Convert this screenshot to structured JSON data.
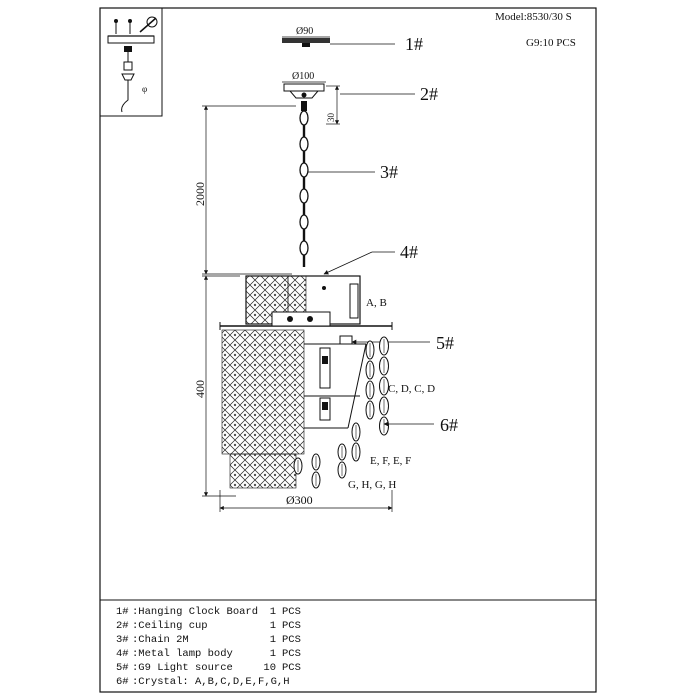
{
  "header": {
    "model": "Model:8530/30 S",
    "bulbs": "G9:10 PCS"
  },
  "callouts": {
    "p1": "1#",
    "p2": "2#",
    "p3": "3#",
    "p4": "4#",
    "p5": "5#",
    "p6": "6#"
  },
  "dimensions": {
    "d90": "Ø90",
    "d100": "Ø100",
    "h30": "30",
    "h2000": "2000",
    "h400": "400",
    "d300": "Ø300"
  },
  "crystal_labels": {
    "ab": "A, B",
    "cd": "C, D, C, D",
    "ef": "E, F, E, F",
    "gh": "G, H, G, H"
  },
  "inset": {
    "label": "φ"
  },
  "parts": [
    {
      "id": "1#",
      "name": ":Hanging Clock Board",
      "qty": "1",
      "unit": "PCS"
    },
    {
      "id": "2#",
      "name": ":Ceiling cup",
      "qty": "1",
      "unit": "PCS"
    },
    {
      "id": "3#",
      "name": ":Chain 2M",
      "qty": "1",
      "unit": "PCS"
    },
    {
      "id": "4#",
      "name": ":Metal lamp body",
      "qty": "1",
      "unit": "PCS"
    },
    {
      "id": "5#",
      "name": ":G9 Light source",
      "qty": "10",
      "unit": "PCS"
    },
    {
      "id": "6#",
      "name": ":Crystal: A,B,C,D,E,F,G,H",
      "qty": "",
      "unit": ""
    }
  ],
  "colors": {
    "line": "#111111",
    "background": "#ffffff"
  }
}
